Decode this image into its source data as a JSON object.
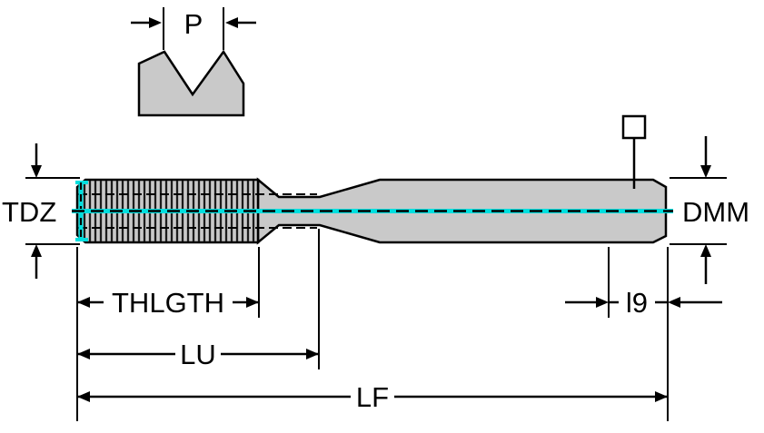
{
  "diagram": {
    "labels": {
      "pitch": "P",
      "thread_diameter": "TDZ",
      "shank_diameter": "DMM",
      "thread_length": "THLGTH",
      "usable_length": "LU",
      "overall_length": "LF",
      "square_length": "l9"
    },
    "icons": {
      "square_drive": "square-drive-icon"
    },
    "colors": {
      "body_fill": "#c9c9c9",
      "outline": "#000000",
      "highlight_cyan": "#00dfdf",
      "background": "#ffffff"
    }
  }
}
